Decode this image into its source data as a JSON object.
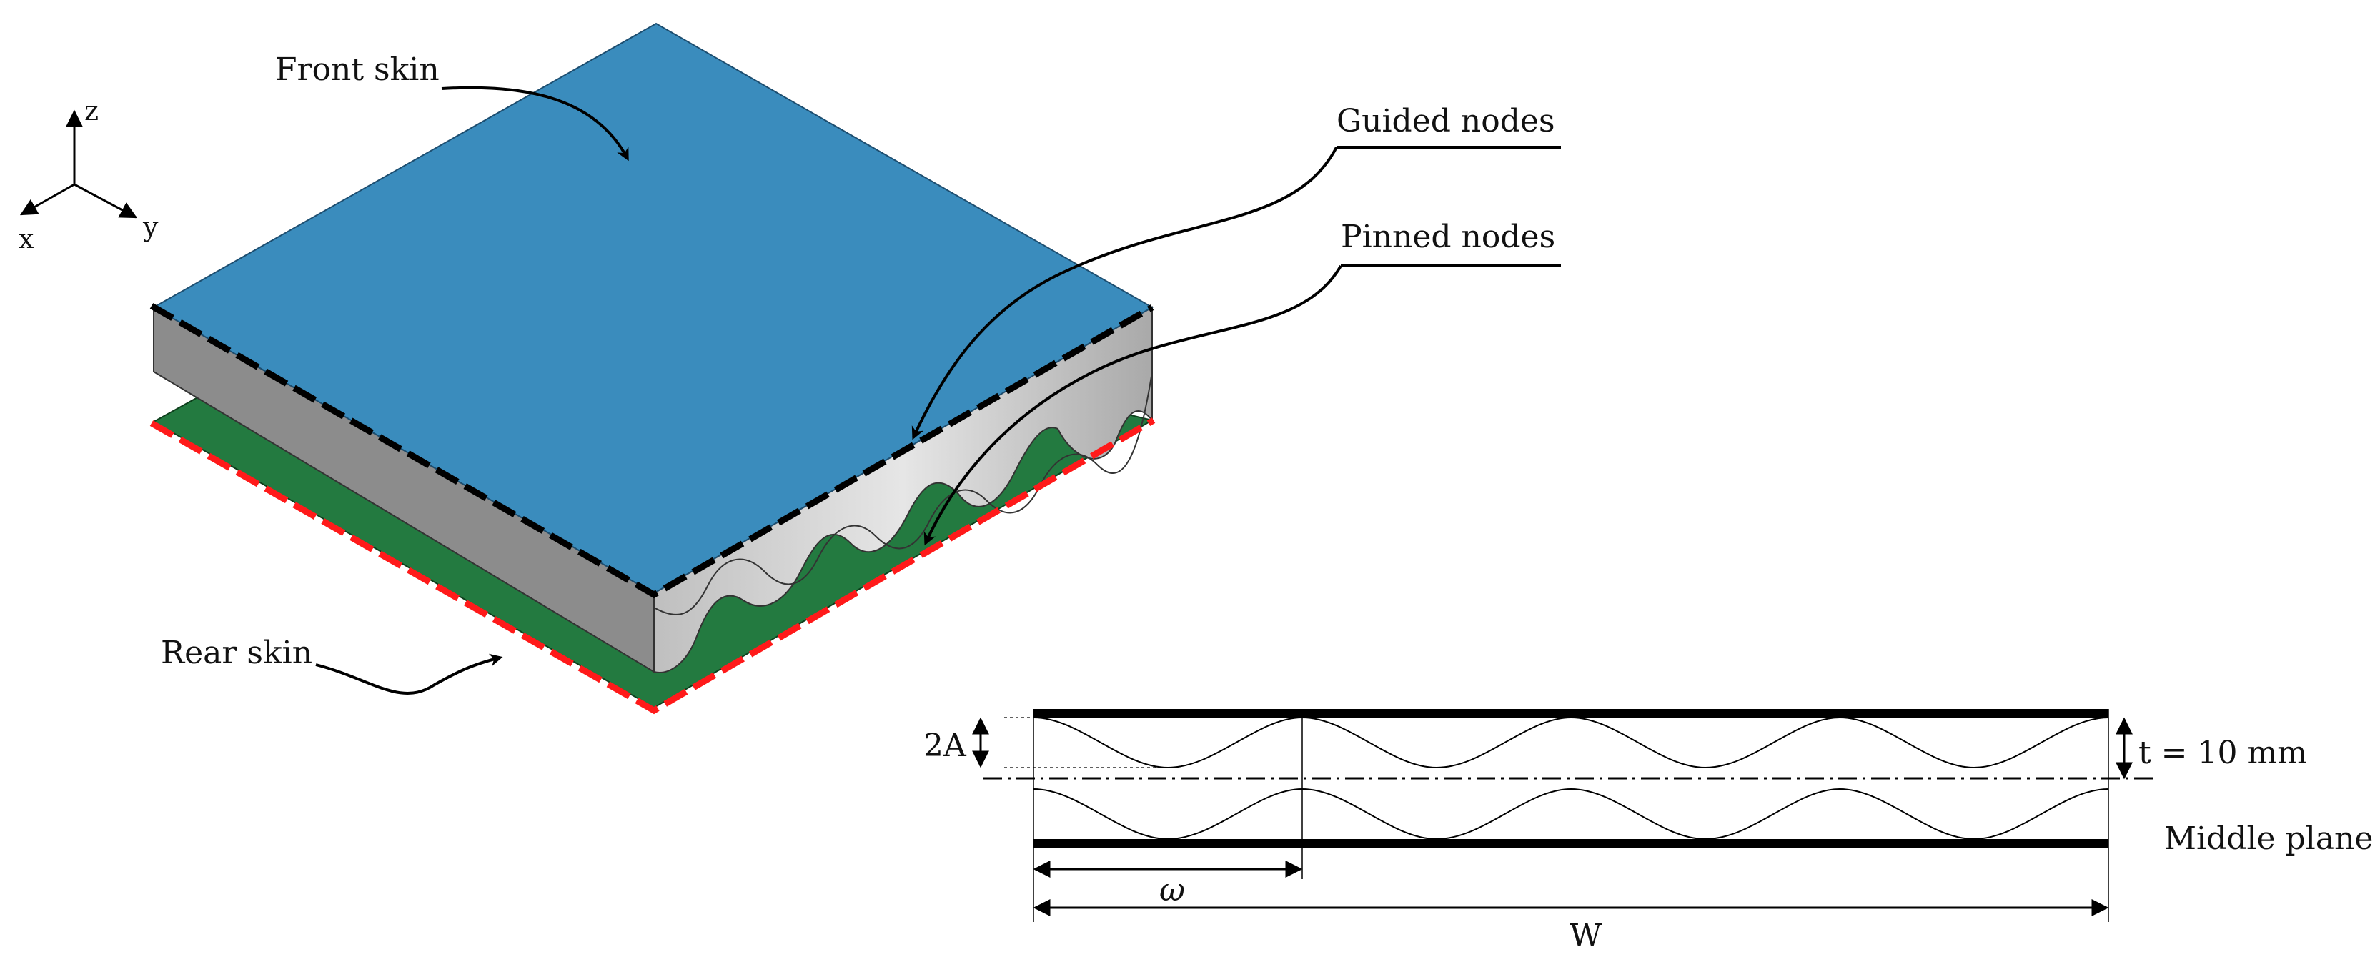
{
  "labels": {
    "front_skin": "Front skin",
    "rear_skin": "Rear skin",
    "guided_nodes": "Guided nodes",
    "pinned_nodes": "Pinned nodes"
  },
  "axes": {
    "z": "z",
    "x": "x",
    "y": "y"
  },
  "section": {
    "amplitude": "2A",
    "thickness": "t = 10 mm",
    "middle_plane": "Middle plane",
    "wavelength": "ω",
    "width": "W"
  },
  "colors": {
    "front_skin": "#3a8cbd",
    "rear_skin": "#237a40",
    "core_side": "#8c8c8c",
    "core_front": "#c4c4c4",
    "guided_line": "#000000",
    "pinned_line": "#ff1a1a"
  }
}
